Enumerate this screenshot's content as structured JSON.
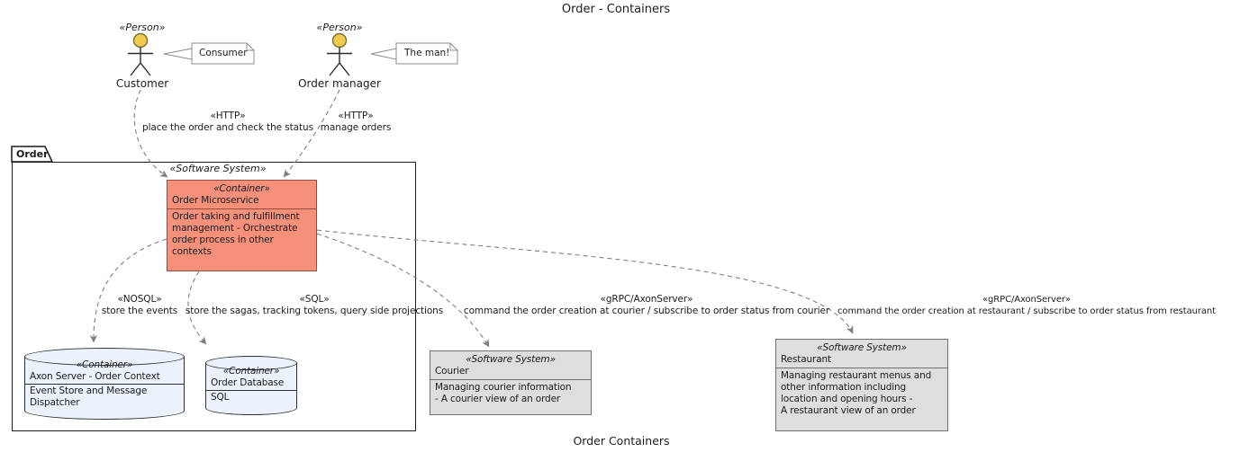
{
  "title": "Order - Containers",
  "caption": "Order Containers",
  "actors": {
    "customer": {
      "stereotype": "«Person»",
      "name": "Customer",
      "note": "Consumer"
    },
    "order_manager": {
      "stereotype": "«Person»",
      "name": "Order manager",
      "note": "The man!"
    }
  },
  "package": {
    "name": "Order",
    "system_stereotype": "«Software System»"
  },
  "boxes": {
    "order_ms": {
      "stereotype": "«Container»",
      "name": "Order Microservice",
      "body": [
        "Order taking and fulfillment",
        "management - Orchestrate",
        "order process in other",
        "contexts"
      ]
    },
    "axon": {
      "stereotype": "«Container»",
      "name": "Axon Server - Order Context",
      "body": [
        "Event Store and Message",
        "Dispatcher"
      ]
    },
    "orderdb": {
      "stereotype": "«Container»",
      "name": "Order Database",
      "body": [
        "SQL"
      ]
    },
    "courier": {
      "stereotype": "«Software System»",
      "name": "Courier",
      "body": [
        "Managing courier information",
        "- A courier view of an order"
      ]
    },
    "restaurant": {
      "stereotype": "«Software System»",
      "name": "Restaurant",
      "body": [
        "Managing restaurant menus and",
        "other information including",
        "location and opening hours -",
        "A restaurant view of an order"
      ]
    }
  },
  "edges": {
    "http_customer": {
      "stereotype": "«HTTP»",
      "label": "place the order and check the status"
    },
    "http_manager": {
      "stereotype": "«HTTP»",
      "label": "manage orders"
    },
    "nosql": {
      "stereotype": "«NOSQL»",
      "label": "store the events"
    },
    "sql": {
      "stereotype": "«SQL»",
      "label": "store the sagas, tracking tokens, query side projections"
    },
    "grpc_courier": {
      "stereotype": "«gRPC/AxonServer»",
      "label": "command the order creation at courier / subscribe to order status from courier"
    },
    "grpc_restaurant": {
      "stereotype": "«gRPC/AxonServer»",
      "label": "command the order creation at restaurant / subscribe to order status from restaurant"
    }
  },
  "colors": {
    "container_fill": "#f5907a",
    "container_border": "#9a4a38",
    "database_fill": "#ebf2fb",
    "database_border": "#2f2f2f",
    "system_fill": "#dedede",
    "system_border": "#717171",
    "edge": "#7f7f7f",
    "actor_head": "#f2cb4e",
    "package_border": "#1a1a1a"
  }
}
